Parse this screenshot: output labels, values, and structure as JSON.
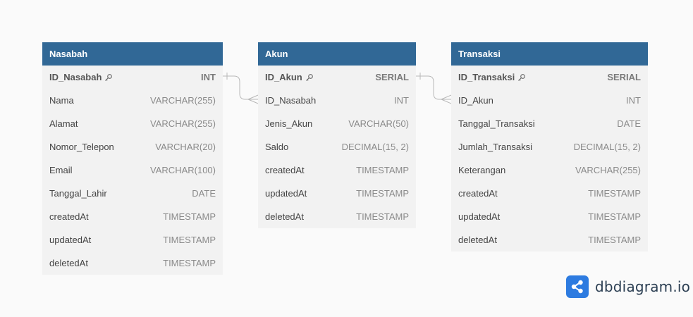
{
  "tables": {
    "nasabah": {
      "title": "Nasabah",
      "rows": [
        {
          "name": "ID_Nasabah",
          "type": "INT"
        },
        {
          "name": "Nama",
          "type": "VARCHAR(255)"
        },
        {
          "name": "Alamat",
          "type": "VARCHAR(255)"
        },
        {
          "name": "Nomor_Telepon",
          "type": "VARCHAR(20)"
        },
        {
          "name": "Email",
          "type": "VARCHAR(100)"
        },
        {
          "name": "Tanggal_Lahir",
          "type": "DATE"
        },
        {
          "name": "createdAt",
          "type": "TIMESTAMP"
        },
        {
          "name": "updatedAt",
          "type": "TIMESTAMP"
        },
        {
          "name": "deletedAt",
          "type": "TIMESTAMP"
        }
      ]
    },
    "akun": {
      "title": "Akun",
      "rows": [
        {
          "name": "ID_Akun",
          "type": "SERIAL"
        },
        {
          "name": "ID_Nasabah",
          "type": "INT"
        },
        {
          "name": "Jenis_Akun",
          "type": "VARCHAR(50)"
        },
        {
          "name": "Saldo",
          "type": "DECIMAL(15, 2)"
        },
        {
          "name": "createdAt",
          "type": "TIMESTAMP"
        },
        {
          "name": "updatedAt",
          "type": "TIMESTAMP"
        },
        {
          "name": "deletedAt",
          "type": "TIMESTAMP"
        }
      ]
    },
    "transaksi": {
      "title": "Transaksi",
      "rows": [
        {
          "name": "ID_Transaksi",
          "type": "SERIAL"
        },
        {
          "name": "ID_Akun",
          "type": "INT"
        },
        {
          "name": "Tanggal_Transaksi",
          "type": "DATE"
        },
        {
          "name": "Jumlah_Transaksi",
          "type": "DECIMAL(15, 2)"
        },
        {
          "name": "Keterangan",
          "type": "VARCHAR(255)"
        },
        {
          "name": "createdAt",
          "type": "TIMESTAMP"
        },
        {
          "name": "updatedAt",
          "type": "TIMESTAMP"
        },
        {
          "name": "deletedAt",
          "type": "TIMESTAMP"
        }
      ]
    }
  },
  "brand": {
    "text": "dbdiagram.io"
  },
  "colors": {
    "header": "#316896",
    "table_bg": "#f2f2f2",
    "connector": "#b8b8b8",
    "logo": "#2d7be0"
  }
}
